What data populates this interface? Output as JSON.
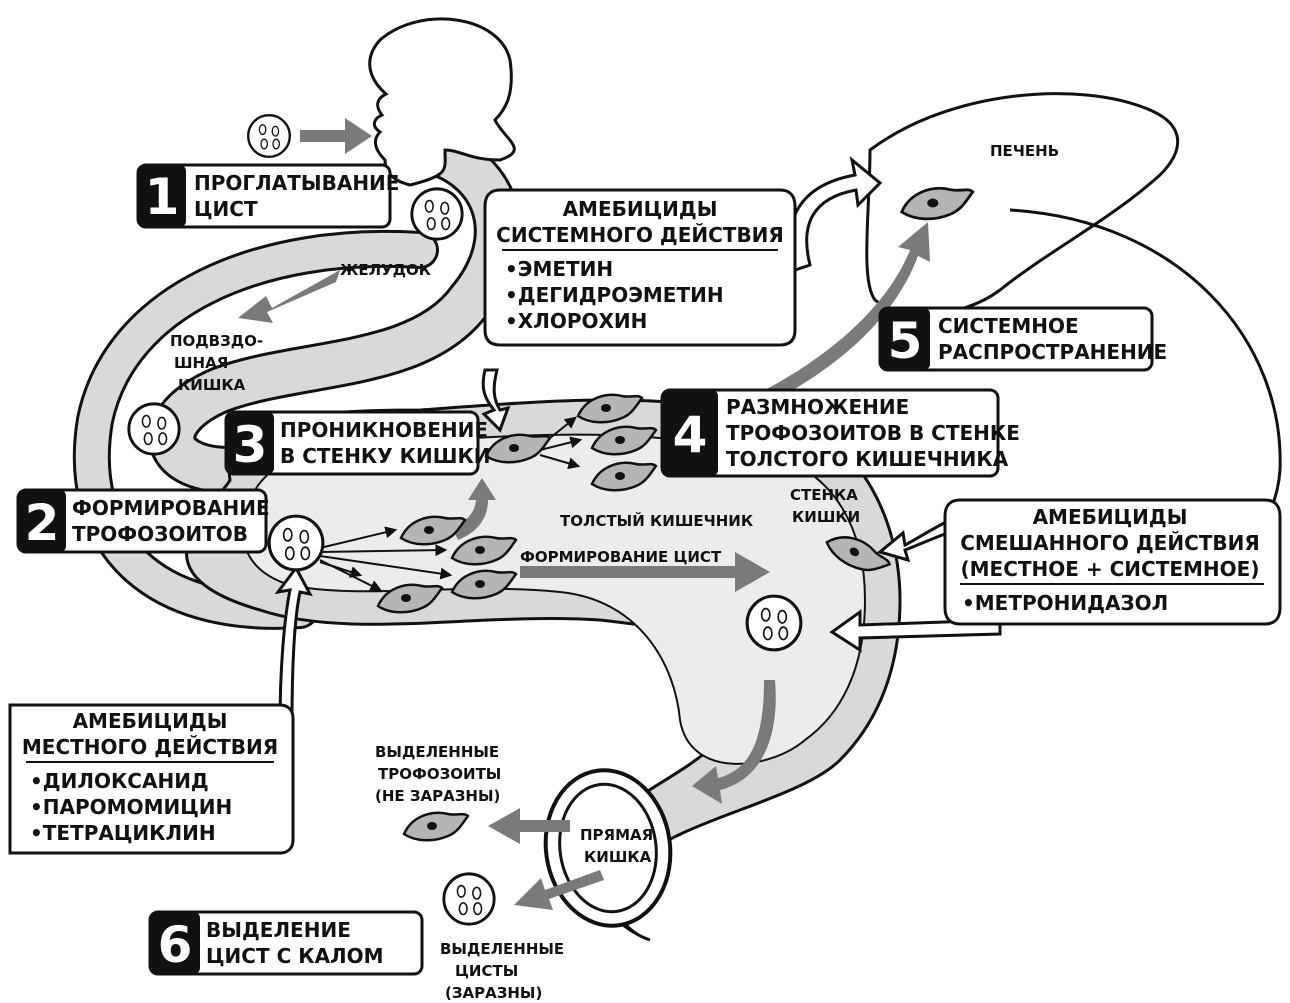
{
  "steps": {
    "s1": {
      "num": "1",
      "line1": "ПРОГЛАТЫВАНИЕ",
      "line2": "ЦИСТ"
    },
    "s2": {
      "num": "2",
      "line1": "ФОРМИРОВАНИЕ",
      "line2": "ТРОФОЗОИТОВ"
    },
    "s3": {
      "num": "3",
      "line1": "ПРОНИКНОВЕНИЕ",
      "line2": "В СТЕНКУ КИШКИ"
    },
    "s4": {
      "num": "4",
      "line1": "РАЗМНОЖЕНИЕ",
      "line2": "ТРОФОЗОИТОВ В СТЕНКЕ",
      "line3": "ТОЛСТОГО КИШЕЧНИКА"
    },
    "s5": {
      "num": "5",
      "line1": "СИСТЕМНОЕ",
      "line2": "РАСПРОСТРАНЕНИЕ"
    },
    "s6": {
      "num": "6",
      "line1": "ВЫДЕЛЕНИЕ",
      "line2": "ЦИСТ С КАЛОМ"
    }
  },
  "labels": {
    "liver": "ПЕЧЕНЬ",
    "stomach": "ЖЕЛУДОК",
    "ileum1": "ПОДВЗДО-",
    "ileum2": "ШНАЯ",
    "ileum3": "КИШКА",
    "colon": "ТОЛСТЫЙ КИШЕЧНИК",
    "wall1": "СТЕНКА",
    "wall2": "КИШКИ",
    "cyst_formation": "ФОРМИРОВАНИЕ ЦИСТ",
    "rectum1": "ПРЯМАЯ",
    "rectum2": "КИШКА",
    "excreted_troph1": "ВЫДЕЛЕННЫЕ",
    "excreted_troph2": "ТРОФОЗОИТЫ",
    "excreted_troph3": "(НЕ ЗАРАЗНЫ)",
    "excreted_cyst1": "ВЫДЕЛЕННЫЕ",
    "excreted_cyst2": "ЦИСТЫ",
    "excreted_cyst3": "(ЗАРАЗНЫ)"
  },
  "drugs": {
    "systemic": {
      "head1": "АМЕБИЦИДЫ",
      "head2": "СИСТЕМНОГО ДЕЙСТВИЯ",
      "items": [
        "•ЭМЕТИН",
        "•ДЕГИДРОЭМЕТИН",
        "•ХЛОРОХИН"
      ]
    },
    "mixed": {
      "head1": "АМЕБИЦИДЫ",
      "head2": "СМЕШАННОГО ДЕЙСТВИЯ",
      "head3": "(МЕСТНОЕ + СИСТЕМНОЕ)",
      "items": [
        "•МЕТРОНИДАЗОЛ"
      ]
    },
    "local": {
      "head1": "АМЕБИЦИДЫ",
      "head2": "МЕСТНОГО ДЕЙСТВИЯ",
      "items": [
        "•ДИЛОКСАНИД",
        "•ПАРОМОМИЦИН",
        "•ТЕТРАЦИКЛИН"
      ]
    }
  },
  "colors": {
    "gut_fill": "#d9d9d9",
    "arrow": "#7a7a7a",
    "troph_fill": "#b5b5b5",
    "ink": "#111111"
  }
}
